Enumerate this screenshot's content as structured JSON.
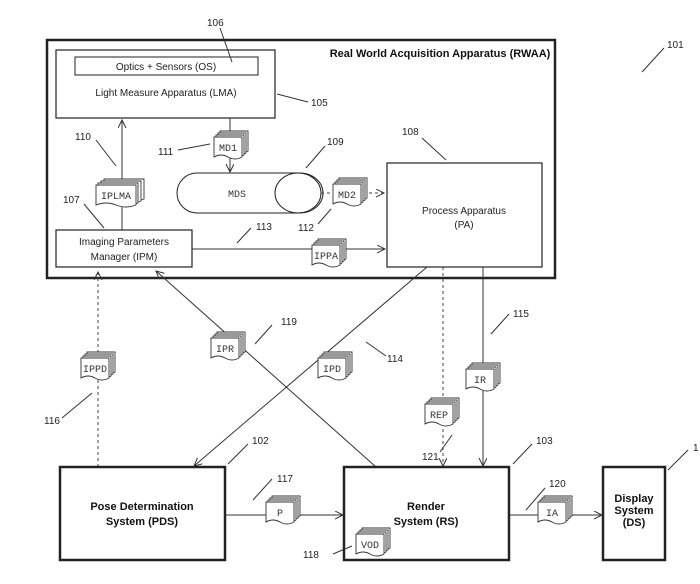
{
  "rwaa": {
    "title": "Real World Acquisition Apparatus (RWAA)",
    "ref": "101"
  },
  "lma": {
    "os_label": "Optics + Sensors (OS)",
    "label": "Light Measure Apparatus (LMA)",
    "ref": "105",
    "os_ref": "106"
  },
  "mds": {
    "label": "MDS",
    "ref": "109"
  },
  "pa": {
    "line1": "Process Apparatus",
    "line2": "(PA)",
    "ref": "108"
  },
  "ipm": {
    "line1": "Imaging Parameters",
    "line2": "Manager (IPM)",
    "ref": "107"
  },
  "pds": {
    "line1": "Pose Determination",
    "line2": "System (PDS)",
    "ref": "102"
  },
  "rs": {
    "line1": "Render",
    "line2": "System (RS)",
    "ref": "103"
  },
  "ds": {
    "line1": "Display",
    "line2": "System",
    "line3": "(DS)",
    "ref": "1"
  },
  "docs": {
    "md1": {
      "label": "MD1",
      "ref": "111"
    },
    "md2": {
      "label": "MD2",
      "ref": "112"
    },
    "iplma": {
      "label": "IPLMA",
      "ref": "110"
    },
    "ippa": {
      "label": "IPPA",
      "ref": "113"
    },
    "ippd": {
      "label": "IPPD",
      "ref": "116"
    },
    "ipr": {
      "label": "IPR",
      "ref": "119"
    },
    "ipd": {
      "label": "IPD",
      "ref": "114"
    },
    "rep": {
      "label": "REP",
      "ref": "121"
    },
    "ir": {
      "label": "IR",
      "ref": "115"
    },
    "p": {
      "label": "P",
      "ref": "117"
    },
    "ia": {
      "label": "IA",
      "ref": "120"
    },
    "vod": {
      "label": "VOD",
      "ref": "118"
    }
  }
}
